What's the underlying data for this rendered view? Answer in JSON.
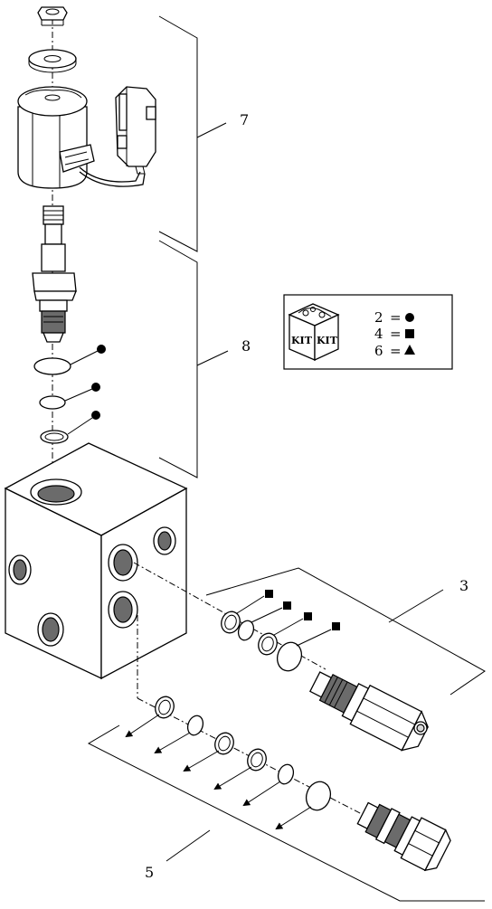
{
  "callouts": {
    "c7": "7",
    "c8": "8",
    "c3": "3",
    "c5": "5"
  },
  "kit_legend": {
    "kit_left": "KIT",
    "kit_right": "KIT",
    "rows": [
      {
        "number": "2",
        "eq": "=",
        "symbol": "circle"
      },
      {
        "number": "4",
        "eq": "=",
        "symbol": "square"
      },
      {
        "number": "6",
        "eq": "=",
        "symbol": "triangle"
      }
    ]
  }
}
